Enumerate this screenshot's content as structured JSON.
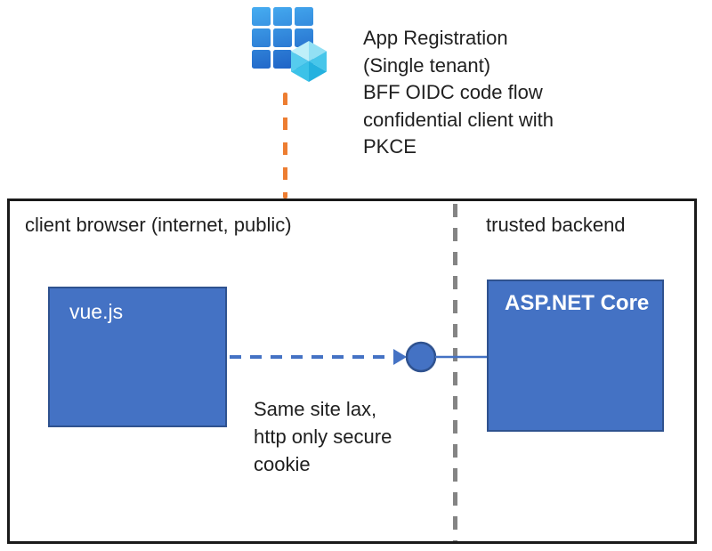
{
  "colors": {
    "accent_blue": "#4472C4",
    "accent_blue_dark": "#2F528F",
    "accent_orange": "#ED7D31",
    "divider_gray": "#848484",
    "border_black": "#1a1a1a",
    "text_dark": "#202020",
    "node_text": "#ffffff"
  },
  "icons": {
    "app_registration": "app-registration-icon"
  },
  "annotation": {
    "lines": [
      "App Registration",
      "(Single tenant)",
      "BFF OIDC code flow",
      "confidential client with",
      "PKCE"
    ]
  },
  "zones": {
    "client": "client browser (internet, public)",
    "backend": "trusted backend"
  },
  "nodes": {
    "frontend": "vue.js",
    "backend": "ASP.NET Core"
  },
  "connection": {
    "lines": [
      "Same site lax,",
      "http only secure",
      "cookie"
    ]
  }
}
